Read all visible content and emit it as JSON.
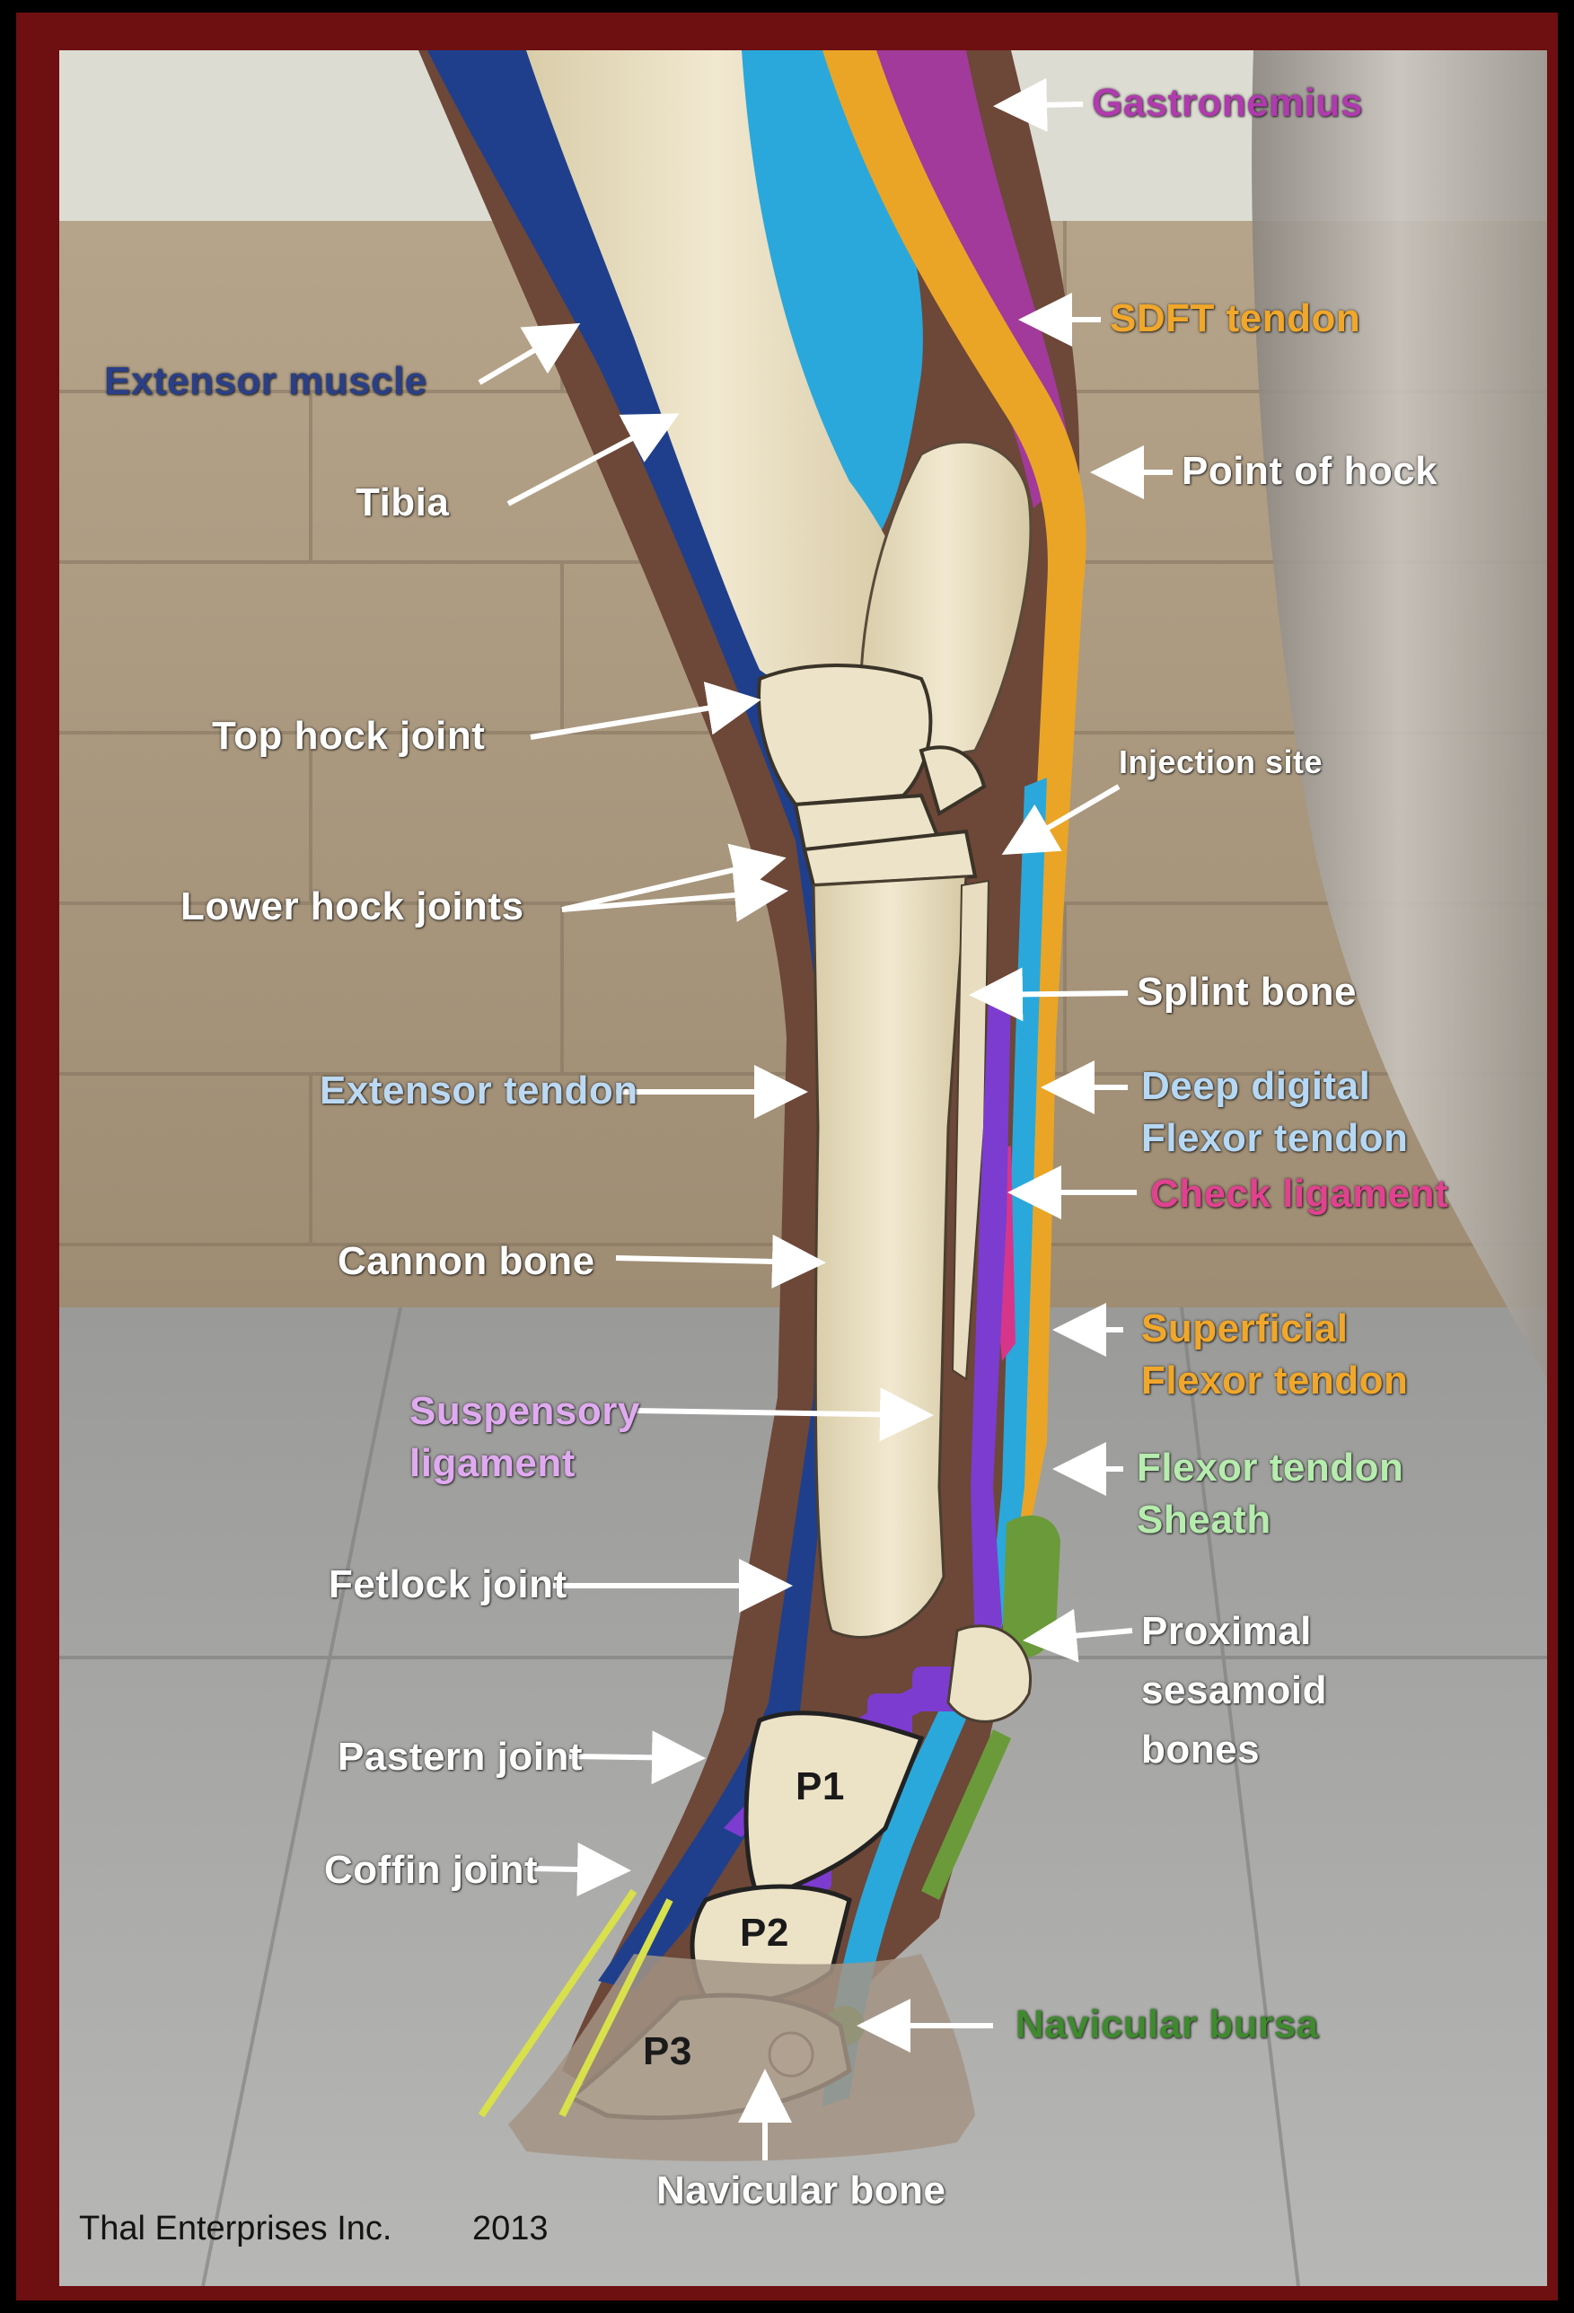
{
  "colors": {
    "frame": "#6e0f12",
    "extensor_blue": "#1f3f8c",
    "bone": "#ece2c6",
    "tendon_orange": "#eaa526",
    "gastrocnemius_magenta": "#a13a9a",
    "muscle_cyan": "#2aa8db",
    "ligament_purple": "#7c3ccf",
    "sheath_green": "#6a9a39",
    "check_pink": "#d6368a",
    "hoof_line_yellow": "#d8e04b",
    "white_label": "#ffffff"
  },
  "labels": {
    "gastrocnemius": {
      "text": "Gastronemius",
      "color": "#b03aae"
    },
    "sdft": {
      "text": "SDFT tendon",
      "color": "#f0a72a"
    },
    "extensor_muscle": {
      "text": "Extensor muscle",
      "color": "#2a3f86"
    },
    "point_of_hock": {
      "text": "Point of hock",
      "color": "#ffffff"
    },
    "tibia": {
      "text": "Tibia",
      "color": "#ffffff"
    },
    "top_hock_joint": {
      "text": "Top hock joint",
      "color": "#ffffff"
    },
    "injection_site": {
      "text": "Injection site",
      "color": "#ffffff"
    },
    "lower_hock_joints": {
      "text": "Lower hock joints",
      "color": "#ffffff"
    },
    "splint_bone": {
      "text": "Splint bone",
      "color": "#ffffff"
    },
    "extensor_tendon": {
      "text": "Extensor tendon",
      "color": "#bcd9f3"
    },
    "deep_digital": {
      "text": "Deep digital\nFlexor tendon",
      "color": "#b5d8f5"
    },
    "check_ligament": {
      "text": "Check ligament",
      "color": "#e0428f"
    },
    "cannon_bone": {
      "text": "Cannon bone",
      "color": "#ffffff"
    },
    "superficial_flexor": {
      "text": "Superficial\nFlexor tendon",
      "color": "#f0a72a"
    },
    "suspensory": {
      "text": "Suspensory\nligament",
      "color": "#e0aaf0"
    },
    "flexor_sheath": {
      "text": "Flexor tendon\nSheath",
      "color": "#b6ecae"
    },
    "fetlock_joint": {
      "text": "Fetlock joint",
      "color": "#ffffff"
    },
    "proximal_sesamoid": {
      "text": "Proximal\nsesamoid\nbones",
      "color": "#ffffff"
    },
    "pastern_joint": {
      "text": "Pastern joint",
      "color": "#ffffff"
    },
    "coffin_joint": {
      "text": "Coffin joint",
      "color": "#ffffff"
    },
    "navicular_bursa": {
      "text": "Navicular bursa",
      "color": "#3f8a2f"
    },
    "navicular_bone": {
      "text": "Navicular bone",
      "color": "#ffffff"
    }
  },
  "bones": {
    "p1": "P1",
    "p2": "P2",
    "p3": "P3"
  },
  "credit": {
    "company": "Thal Enterprises Inc.",
    "year": "2013"
  }
}
